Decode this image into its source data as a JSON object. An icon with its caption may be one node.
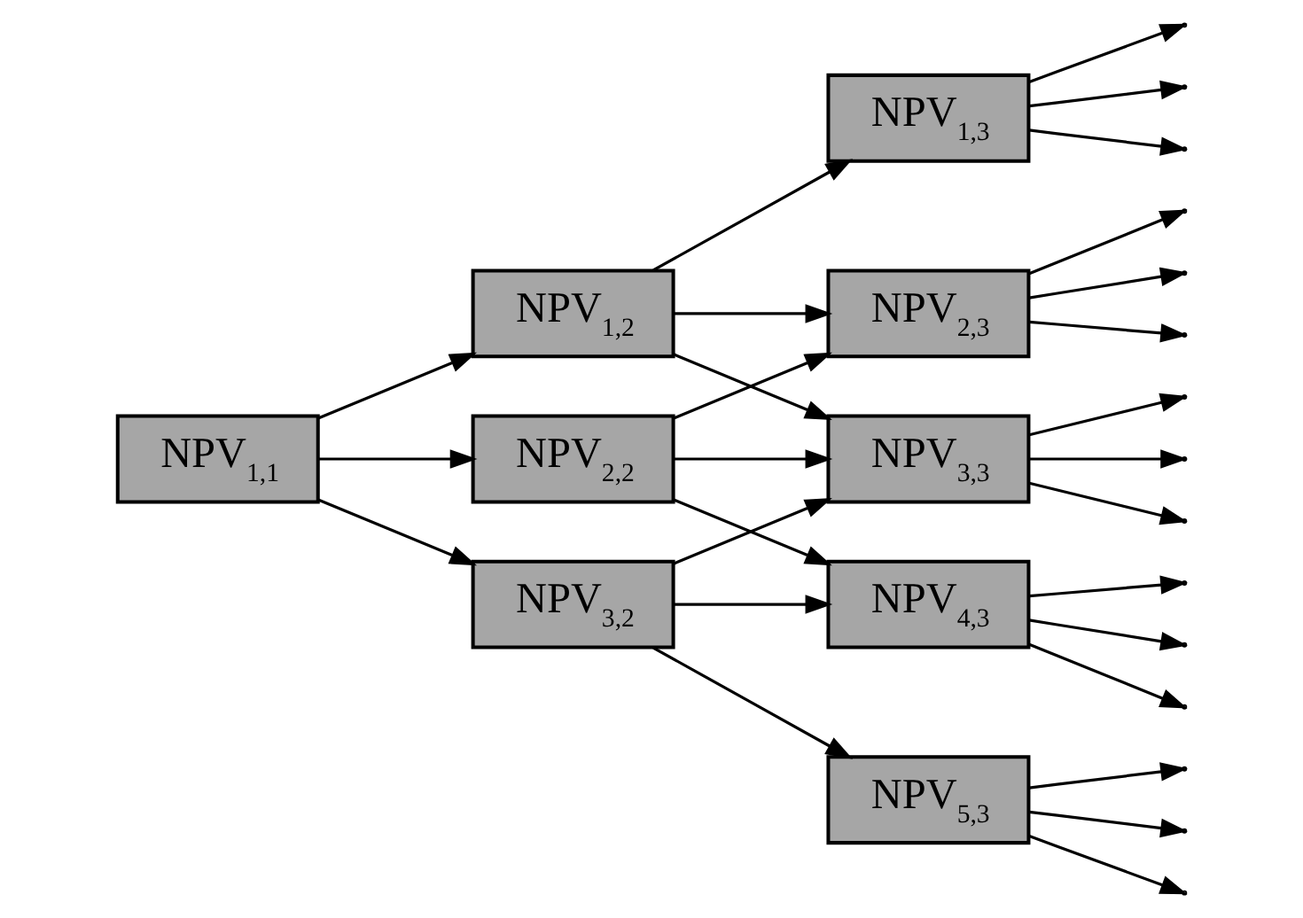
{
  "diagram": {
    "nodes": [
      {
        "text": [
          "NPV$_{1,1}$"
        ]
      },
      {
        "text": [
          "NPV$_{1,2}$"
        ]
      },
      {
        "text": [
          "NPV$_{2,2}$"
        ]
      },
      {
        "text": [
          "NPV$_{3,2}$"
        ]
      },
      {
        "text": [
          "NPV$_{1,3}$"
        ]
      },
      {
        "text": [
          "NPV$_{2,3}$"
        ]
      },
      {
        "text": [
          "NPV$_{3,3}$"
        ]
      },
      {
        "text": [
          "NPV$_{4,3}$"
        ]
      },
      {
        "text": [
          "NPV$_{5,3}$"
        ]
      }
    ],
    "edges": [
      {
        "from": 0,
        "to": 1,
        "arrow": "to"
      },
      {
        "from": 0,
        "to": 2,
        "arrow": "to"
      },
      {
        "from": 0,
        "to": 3,
        "arrow": "to"
      },
      {
        "from": 1,
        "to": 4,
        "arrow": "to"
      },
      {
        "from": 1,
        "to": 5,
        "arrow": "to"
      },
      {
        "from": 1,
        "to": 6,
        "arrow": "to"
      },
      {
        "from": 2,
        "to": 5,
        "arrow": "to"
      },
      {
        "from": 2,
        "to": 6,
        "arrow": "to"
      },
      {
        "from": 2,
        "to": 7,
        "arrow": "to"
      },
      {
        "from": 3,
        "to": 6,
        "arrow": "to"
      },
      {
        "from": 3,
        "to": 7,
        "arrow": "to"
      },
      {
        "from": 3,
        "to": 8,
        "arrow": "to"
      },
      {
        "from": 4,
        "to": null,
        "arrow": "to"
      },
      {
        "from": 4,
        "to": null,
        "arrow": "to"
      },
      {
        "from": 4,
        "to": null,
        "arrow": "to"
      },
      {
        "from": 5,
        "to": null,
        "arrow": "to"
      },
      {
        "from": 5,
        "to": null,
        "arrow": "to"
      },
      {
        "from": 5,
        "to": null,
        "arrow": "to"
      },
      {
        "from": 6,
        "to": null,
        "arrow": "to"
      },
      {
        "from": 6,
        "to": null,
        "arrow": "to"
      },
      {
        "from": 6,
        "to": null,
        "arrow": "to"
      },
      {
        "from": 7,
        "to": null,
        "arrow": "to"
      },
      {
        "from": 7,
        "to": null,
        "arrow": "to"
      },
      {
        "from": 7,
        "to": null,
        "arrow": "to"
      },
      {
        "from": 8,
        "to": null,
        "arrow": "to"
      },
      {
        "from": 8,
        "to": null,
        "arrow": "to"
      },
      {
        "from": 8,
        "to": null,
        "arrow": "to"
      }
    ]
  }
}
